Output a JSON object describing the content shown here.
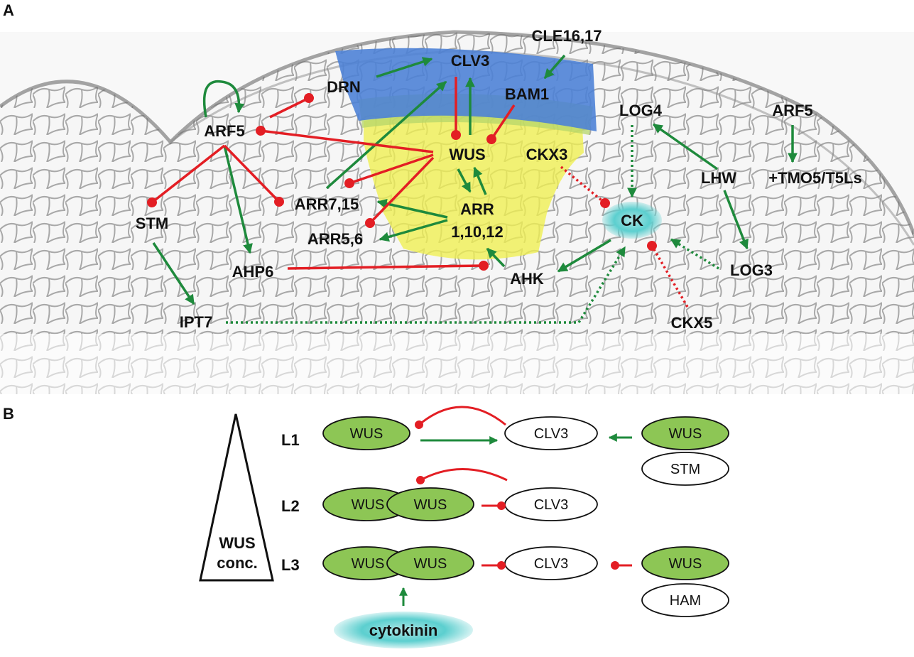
{
  "panel_a": {
    "panel_label": "A",
    "labels": {
      "clv3": "CLV3",
      "cle16_17": "CLE16,17",
      "drn": "DRN",
      "bam1": "BAM1",
      "log4": "LOG4",
      "arf5_right": "ARF5",
      "arf5_left": "ARF5",
      "wus": "WUS",
      "ckx3": "CKX3",
      "lhw": "LHW",
      "tmo5": "+TMO5/T5Ls",
      "stm": "STM",
      "arr7_15": "ARR7,15",
      "arr_line1": "ARR",
      "arr_line2": "1,10,12",
      "arr5_6": "ARR5,6",
      "ck": "CK",
      "ahp6": "AHP6",
      "ahk": "AHK",
      "log3": "LOG3",
      "ipt7": "IPT7",
      "ckx5": "CKX5"
    },
    "colors": {
      "activation": "#1e8a3c",
      "repression": "#e31e24",
      "cz_blue": "#4a7fd6",
      "oc_yellow": "#f0f050",
      "ck_teal": "#5ccfcf"
    }
  },
  "panel_b": {
    "panel_label": "B",
    "triangle_label_line1": "WUS",
    "triangle_label_line2": "conc.",
    "layers": {
      "l1": {
        "label": "L1",
        "left_node": "WUS",
        "target": "CLV3",
        "right_node": "WUS",
        "right_partner": "STM"
      },
      "l2": {
        "label": "L2",
        "dimer_a": "WUS",
        "dimer_b": "WUS",
        "target": "CLV3"
      },
      "l3": {
        "label": "L3",
        "dimer_a": "WUS",
        "dimer_b": "WUS",
        "target": "CLV3",
        "right_node": "WUS",
        "right_partner": "HAM",
        "input": "cytokinin"
      }
    },
    "colors": {
      "node_green": "#8dc655",
      "node_white": "#ffffff",
      "cytokinin_teal": "#5ccfcf"
    }
  }
}
